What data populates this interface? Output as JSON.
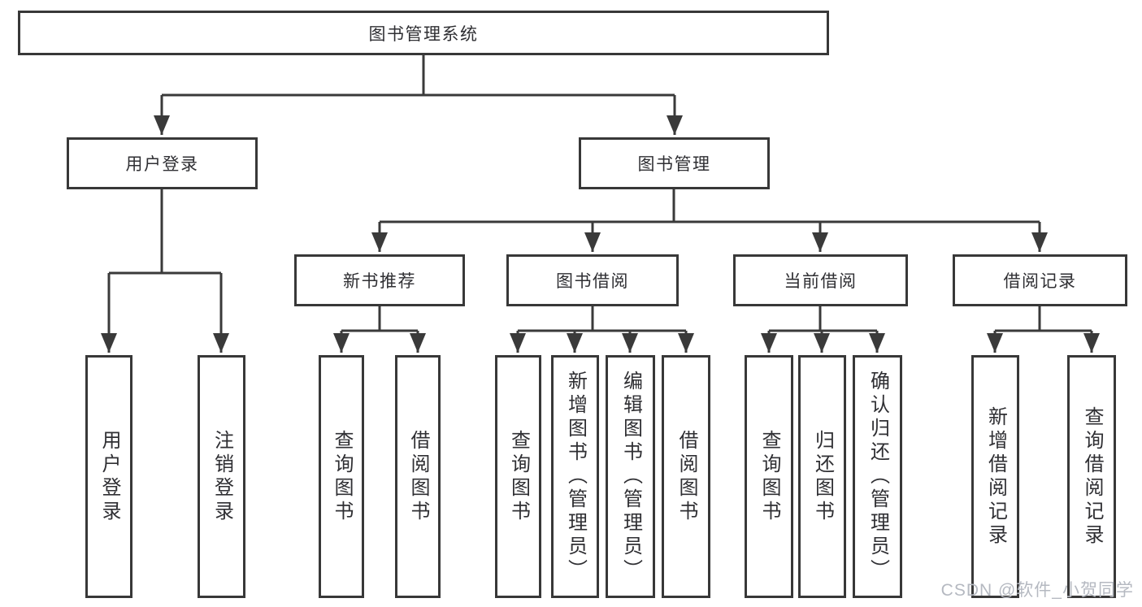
{
  "diagram": {
    "root": {
      "label": "图书管理系统"
    },
    "level2": [
      {
        "label": "用户登录"
      },
      {
        "label": "图书管理"
      }
    ],
    "level3": [
      {
        "label": "新书推荐"
      },
      {
        "label": "图书借阅"
      },
      {
        "label": "当前借阅"
      },
      {
        "label": "借阅记录"
      }
    ],
    "leaves": {
      "user_login": [
        "用户登录",
        "注销登录"
      ],
      "new_books": [
        "查询图书",
        "借阅图书"
      ],
      "book_borrow": [
        "查询图书",
        "新增图书（管理员）",
        "编辑图书（管理员）",
        "借阅图书"
      ],
      "current_borrow": [
        "查询图书",
        "归还图书",
        "确认归还（管理员）"
      ],
      "borrow_records": [
        "新增借阅记录",
        "查询借阅记录"
      ]
    }
  },
  "watermark": {
    "text": "CSDN @软件_小贺同学"
  },
  "colors": {
    "line": "#3a3a3a",
    "border": "#383838",
    "text": "#2f2f33",
    "watermark": "#b5b9c1",
    "background": "#ffffff"
  }
}
